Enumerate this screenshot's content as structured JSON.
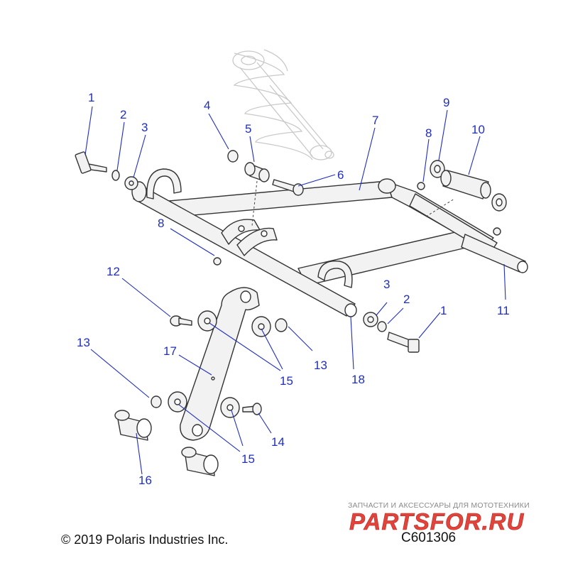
{
  "copyright": "© 2019 Polaris Industries Inc.",
  "diagram_code": "C601306",
  "watermark": {
    "tagline": "ЗАПЧАСТИ И АКСЕССУАРЫ ДЛЯ МОТОТЕХНИКИ",
    "logo_text": "PARTSFOR.RU"
  },
  "colors": {
    "callout": "#1f2ebd",
    "outline": "#333333",
    "part_fill": "#f2f2f2",
    "watermark_red": "#e2433b",
    "watermark_gray": "#8a8a8a"
  },
  "callouts": {
    "c1": "1",
    "c2": "2",
    "c3": "3",
    "c4": "4",
    "c5": "5",
    "c6": "6",
    "c7": "7",
    "c8": "8",
    "c9": "9",
    "c10": "10",
    "c11": "11",
    "c12": "12",
    "c13": "13",
    "c14": "14",
    "c15": "15",
    "c16": "16",
    "c17": "17",
    "c18": "18"
  }
}
